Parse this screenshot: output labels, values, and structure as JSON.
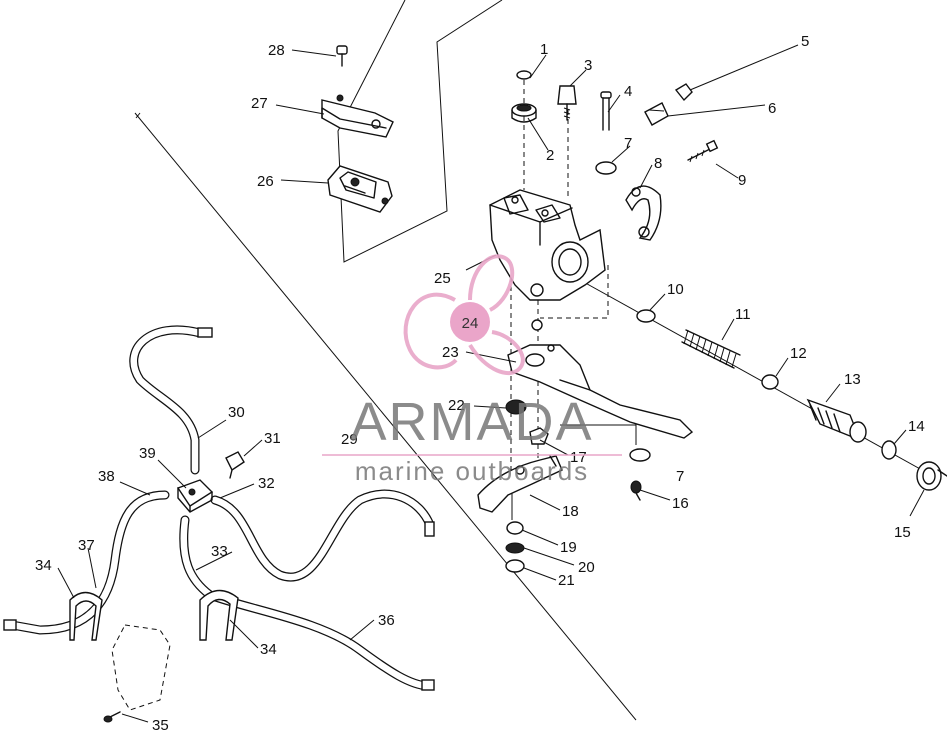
{
  "diagram": {
    "callouts": [
      "1",
      "2",
      "3",
      "4",
      "5",
      "6",
      "7",
      "8",
      "9",
      "10",
      "11",
      "12",
      "13",
      "14",
      "15",
      "16",
      "17",
      "18",
      "19",
      "20",
      "21",
      "22",
      "23",
      "24",
      "25",
      "26",
      "27",
      "28",
      "29",
      "30",
      "31",
      "32",
      "33",
      "34",
      "35",
      "36",
      "37",
      "38",
      "39"
    ],
    "extra_labels": {
      "part7_second": "7",
      "part34_second": "34"
    }
  },
  "watermark": {
    "brand": "ARMADA",
    "tagline": "marine outboards",
    "logo_number": "24",
    "colors": {
      "logo": "#e8a6c8",
      "logo_circle": "#e89cc4",
      "text": "#777777"
    }
  }
}
